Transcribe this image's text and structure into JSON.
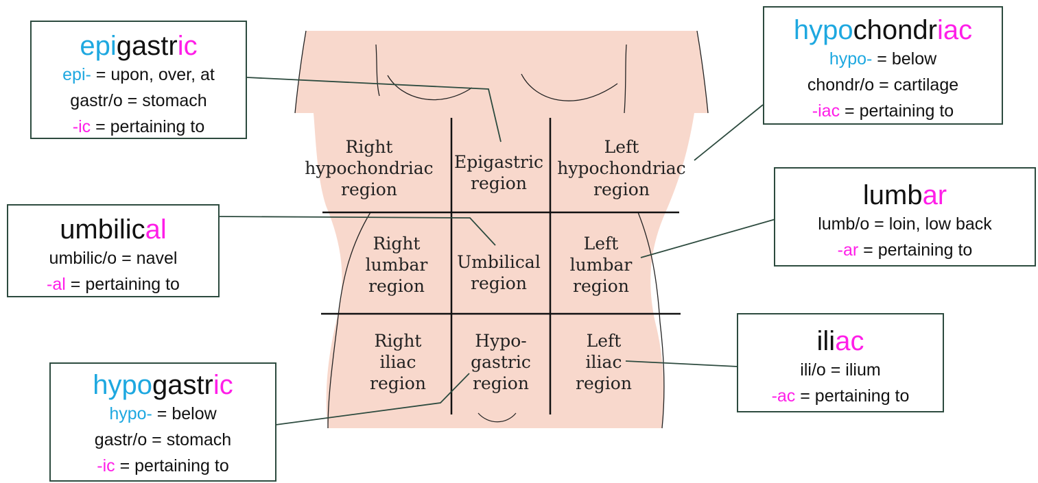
{
  "regions": [
    {
      "lines": [
        "Right",
        "hypochondriac",
        "region"
      ]
    },
    {
      "lines": [
        "Epigastric",
        "region"
      ]
    },
    {
      "lines": [
        "Left",
        "hypochondriac",
        "region"
      ]
    },
    {
      "lines": [
        "Right",
        "lumbar",
        "region"
      ]
    },
    {
      "lines": [
        "Umbilical",
        "region"
      ]
    },
    {
      "lines": [
        "Left",
        "lumbar",
        "region"
      ]
    },
    {
      "lines": [
        "Right",
        "iliac",
        "region"
      ]
    },
    {
      "lines": [
        "Hypo-",
        "gastric",
        "region"
      ]
    },
    {
      "lines": [
        "Left",
        "iliac",
        "region"
      ]
    }
  ],
  "boxes": {
    "epigastric": {
      "title": [
        {
          "t": "epi",
          "c": "cyan"
        },
        {
          "t": "gastr",
          "c": "black"
        },
        {
          "t": "ic",
          "c": "magenta"
        }
      ],
      "lines": [
        [
          {
            "t": "epi-",
            "c": "cyan"
          },
          {
            "t": " = upon, over, at",
            "c": "black"
          }
        ],
        [
          {
            "t": "gastr/o = stomach",
            "c": "black"
          }
        ],
        [
          {
            "t": "-ic",
            "c": "magenta"
          },
          {
            "t": " = pertaining to",
            "c": "black"
          }
        ]
      ]
    },
    "hypochondriac": {
      "title": [
        {
          "t": "hypo",
          "c": "cyan"
        },
        {
          "t": "chondr",
          "c": "black"
        },
        {
          "t": "iac",
          "c": "magenta"
        }
      ],
      "lines": [
        [
          {
            "t": "hypo-",
            "c": "cyan"
          },
          {
            "t": " = below",
            "c": "black"
          }
        ],
        [
          {
            "t": "chondr/o = cartilage",
            "c": "black"
          }
        ],
        [
          {
            "t": "-iac",
            "c": "magenta"
          },
          {
            "t": " = pertaining to",
            "c": "black"
          }
        ]
      ]
    },
    "umbilical": {
      "title": [
        {
          "t": "umbilic",
          "c": "black"
        },
        {
          "t": "al",
          "c": "magenta"
        }
      ],
      "lines": [
        [
          {
            "t": "umbilic/o = navel",
            "c": "black"
          }
        ],
        [
          {
            "t": "-al",
            "c": "magenta"
          },
          {
            "t": " = pertaining to",
            "c": "black"
          }
        ]
      ]
    },
    "lumbar": {
      "title": [
        {
          "t": "lumb",
          "c": "black"
        },
        {
          "t": "ar",
          "c": "magenta"
        }
      ],
      "lines": [
        [
          {
            "t": "lumb/o = loin, low back",
            "c": "black"
          }
        ],
        [
          {
            "t": "-ar",
            "c": "magenta"
          },
          {
            "t": " = pertaining to",
            "c": "black"
          }
        ]
      ]
    },
    "iliac": {
      "title": [
        {
          "t": "ili",
          "c": "black"
        },
        {
          "t": "ac",
          "c": "magenta"
        }
      ],
      "lines": [
        [
          {
            "t": "ili/o = ilium",
            "c": "black"
          }
        ],
        [
          {
            "t": "-ac",
            "c": "magenta"
          },
          {
            "t": " = pertaining to",
            "c": "black"
          }
        ]
      ]
    },
    "hypogastric": {
      "title": [
        {
          "t": "hypo",
          "c": "cyan"
        },
        {
          "t": "gastr",
          "c": "black"
        },
        {
          "t": "ic",
          "c": "magenta"
        }
      ],
      "lines": [
        [
          {
            "t": "hypo-",
            "c": "cyan"
          },
          {
            "t": " = below",
            "c": "black"
          }
        ],
        [
          {
            "t": "gastr/o = stomach",
            "c": "black"
          }
        ],
        [
          {
            "t": "-ic",
            "c": "magenta"
          },
          {
            "t": " = pertaining to",
            "c": "black"
          }
        ]
      ]
    }
  },
  "colors": {
    "skin": "#f8d8cc",
    "outline": "#222222",
    "box_border": "#2c4a3e",
    "cyan": "#1ea8e0",
    "magenta": "#ff1ee8"
  }
}
